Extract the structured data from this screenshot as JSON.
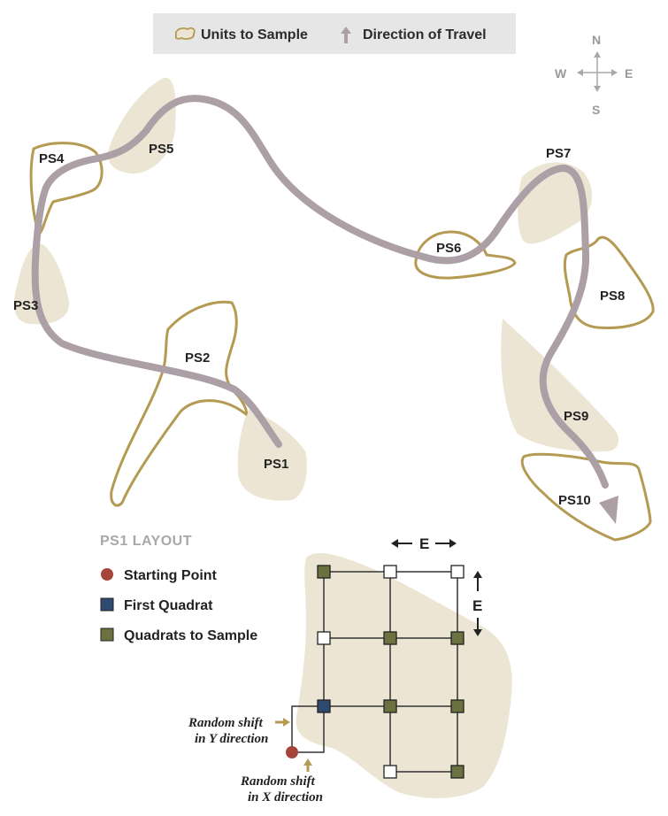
{
  "legend": {
    "units_label": "Units to Sample",
    "direction_label": "Direction of Travel"
  },
  "compass": {
    "n": "N",
    "s": "S",
    "e": "E",
    "w": "W"
  },
  "units": [
    {
      "id": "ps1",
      "label": "PS1"
    },
    {
      "id": "ps2",
      "label": "PS2"
    },
    {
      "id": "ps3",
      "label": "PS3"
    },
    {
      "id": "ps4",
      "label": "PS4"
    },
    {
      "id": "ps5",
      "label": "PS5"
    },
    {
      "id": "ps6",
      "label": "PS6"
    },
    {
      "id": "ps7",
      "label": "PS7"
    },
    {
      "id": "ps8",
      "label": "PS8"
    },
    {
      "id": "ps9",
      "label": "PS9"
    },
    {
      "id": "ps10",
      "label": "PS10"
    }
  ],
  "layout": {
    "title": "PS1 LAYOUT",
    "key": [
      {
        "id": "start",
        "label": "Starting Point"
      },
      {
        "id": "first",
        "label": "First Quadrat"
      },
      {
        "id": "sample",
        "label": "Quadrats to Sample"
      }
    ],
    "grid_spacing_label": "E",
    "shift_y": [
      "Random shift",
      "in Y direction"
    ],
    "shift_x": [
      "Random shift",
      "in X direction"
    ]
  },
  "colors": {
    "unit_fill": "#ece5d4",
    "unit_outline": "#b49a52",
    "path": "#aca0a6",
    "start_point": "#a4453a",
    "first_quadrat": "#2e4a6e",
    "sample_quadrat": "#6c7140",
    "arrow_gold": "#b49a52"
  }
}
